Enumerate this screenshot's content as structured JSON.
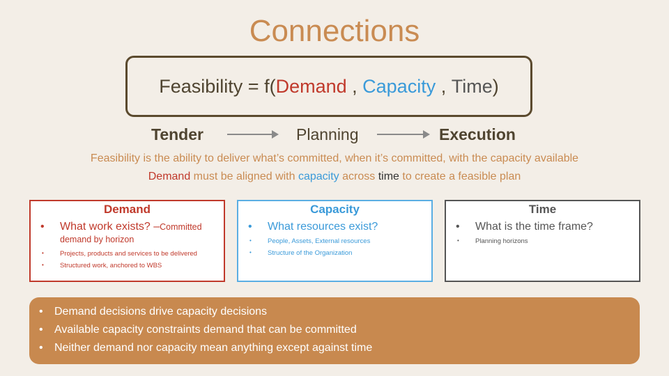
{
  "title": "Connections",
  "formula": {
    "prefix": "Feasibility = f(",
    "demand": "Demand",
    "sep1": " , ",
    "capacity": "Capacity",
    "sep2": " , ",
    "time": "Time",
    "suffix": ")"
  },
  "flow": {
    "tender": "Tender",
    "planning": "Planning",
    "execution": "Execution"
  },
  "statement1": "Feasibility is the ability to deliver what’s committed, when it’s committed, with the capacity available",
  "statement2": {
    "demand": "Demand",
    "part1": " must be aligned with ",
    "capacity": "capacity",
    "part2": " across ",
    "time": "time",
    "part3": " to create a feasible plan"
  },
  "boxes": {
    "demand": {
      "title": "Demand",
      "main": "What work exists? –",
      "main_extra": "Committed demand by horizon",
      "items": [
        "Projects, products and services to be delivered",
        "Structured work, anchored to WBS"
      ]
    },
    "capacity": {
      "title": "Capacity",
      "main": "What resources exist?",
      "items": [
        "People, Assets, External resources",
        "Structure of the Organization"
      ]
    },
    "time": {
      "title": "Time",
      "main": "What is the time frame?",
      "items": [
        "Planning horizons"
      ]
    }
  },
  "banner": [
    "Demand decisions drive capacity decisions",
    "Available capacity constraints demand that can be committed",
    "Neither demand nor capacity  mean anything except against time"
  ],
  "colors": {
    "title": "#c98b52",
    "demand": "#c0392b",
    "capacity": "#3a9ad9",
    "time": "#555555",
    "banner": "#c8894f"
  }
}
